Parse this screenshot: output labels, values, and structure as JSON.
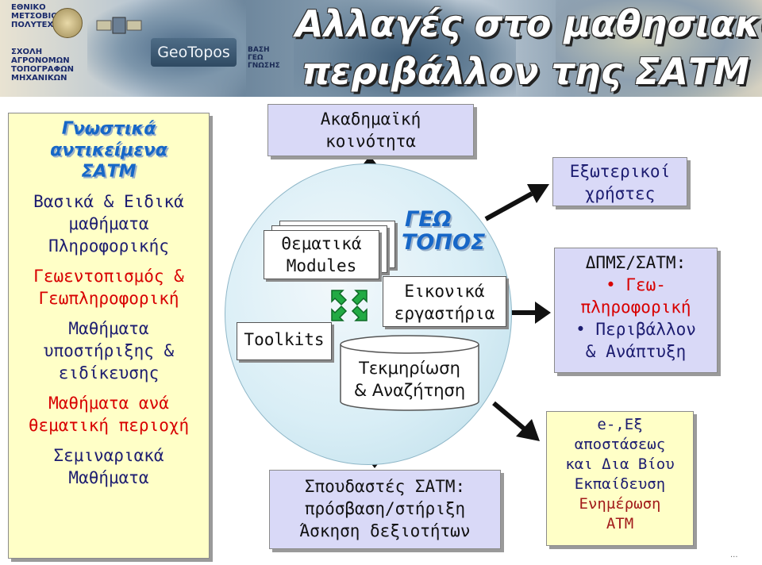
{
  "banner": {
    "ntua_logo_lines": [
      "ΕΘΝΙΚΟ",
      "ΜΕΤΣΟΒΙΟ",
      "ΠΟΛΥΤΕΧΝΕΙΟ"
    ],
    "school_lines": [
      "ΣΧΟΛΗ",
      "ΑΓΡΟΝΟΜΩΝ",
      "ΤΟΠΟΓΡΑΦΩΝ",
      "ΜΗΧΑΝΙΚΩΝ"
    ],
    "geotopos_logo": "GeoTopos",
    "base_lines": [
      "ΒΑΣΗ",
      "ΓΕΩ",
      "ΓΝΩΣΗΣ"
    ],
    "title_line1": "Αλλαγές στο μαθησιακό",
    "title_line2": "περιβάλλον της ΣΑΤΜ"
  },
  "left_panel": {
    "heading": [
      "Γνωστικά",
      "αντικείμενα",
      "ΣΑΤΜ"
    ],
    "groups": [
      {
        "lines": [
          "Βασικά & Ειδικά",
          "μαθήματα",
          "Πληροφορικής"
        ],
        "color": "#1c1c70"
      },
      {
        "lines": [
          "Γεωεντοπισμός &",
          "Γεωπληροφορική"
        ],
        "color": "#d80000"
      },
      {
        "lines": [
          "Μαθήματα",
          "υποστήριξης &",
          "ειδίκευσης"
        ],
        "color": "#1c1c70"
      },
      {
        "lines": [
          "Μαθήματα ανά",
          "θεματική περιοχή"
        ],
        "color": "#d80000"
      },
      {
        "lines": [
          "Σεμιναριακά",
          "Μαθήματα"
        ],
        "color": "#1c1c70"
      }
    ]
  },
  "academic": [
    "Ακαδημαϊκή",
    "κοινότητα"
  ],
  "center": {
    "modules": [
      "Θεματικά",
      "Modules"
    ],
    "toolkits": "Toolkits",
    "geotopos": [
      "ΓΕΩ",
      "ΤΟΠΟΣ"
    ],
    "labs": [
      "Εικονικά",
      "εργαστήρια"
    ],
    "docs": [
      "Τεκμηρίωση",
      "& Αναζήτηση"
    ]
  },
  "students": [
    "Σπουδαστές ΣΑΤΜ:",
    "πρόσβαση/στήριξη",
    "Άσκηση δεξιοτήτων"
  ],
  "external": [
    "Εξωτερικοί",
    "χρήστες"
  ],
  "dpms": {
    "title": "ΔΠΜΣ/ΣΑΤΜ:",
    "bullets": [
      [
        "Γεω-",
        "πληροφορική"
      ],
      [
        "Περιβάλλον",
        "& Ανάπτυξη"
      ]
    ]
  },
  "elearning": {
    "lines": [
      "e-,Εξ",
      "αποστάσεως",
      "και Δια Βίου",
      "Εκπαίδευση"
    ],
    "red_lines": [
      "Ενημέρωση",
      "ΑΤΜ"
    ]
  },
  "corner_mark": "..."
}
